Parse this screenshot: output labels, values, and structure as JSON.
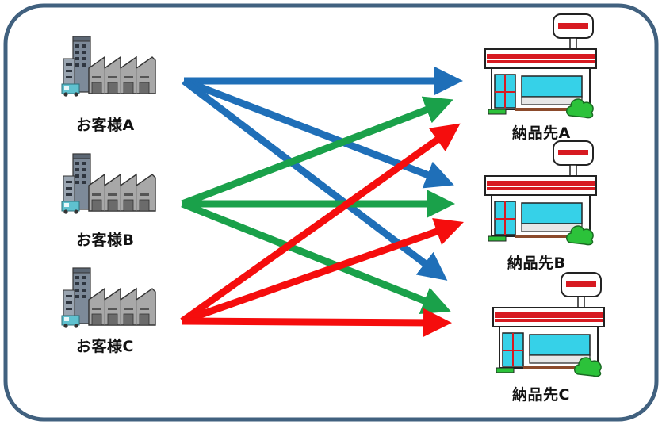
{
  "customers": [
    {
      "label": "お客様A"
    },
    {
      "label": "お客様B"
    },
    {
      "label": "お客様C"
    }
  ],
  "destinations": [
    {
      "label": "納品先A"
    },
    {
      "label": "納品先B"
    },
    {
      "label": "納品先C"
    }
  ],
  "colors": {
    "frame": "#41617f",
    "arrow_a": "#1f6fb8",
    "arrow_b": "#1aa14a",
    "arrow_c": "#f50d0d",
    "store_red": "#d71a21",
    "store_window": "#36d1e8",
    "store_green": "#2cc23a"
  },
  "flows": [
    {
      "from": "お客様A",
      "to": [
        "納品先A",
        "納品先B (upper)",
        "納品先B (lower)"
      ],
      "color": "arrow_a"
    },
    {
      "from": "お客様B",
      "to": [
        "納品先A",
        "納品先B",
        "納品先C"
      ],
      "color": "arrow_b"
    },
    {
      "from": "お客様C",
      "to": [
        "納品先A",
        "納品先B",
        "納品先C"
      ],
      "color": "arrow_c"
    }
  ]
}
